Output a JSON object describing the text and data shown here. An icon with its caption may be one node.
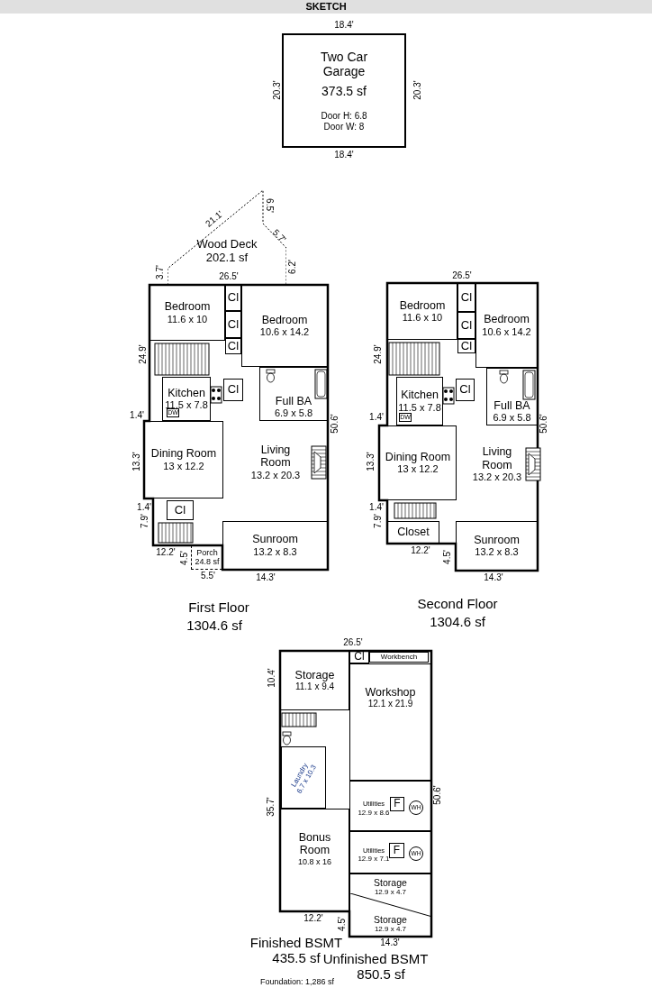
{
  "diagram": {
    "title": "SKETCH",
    "nodes": [
      {
        "text": [
          "Two Car Garage",
          "373.5 sf",
          "Door H: 6.8",
          "Door W: 8"
        ]
      },
      {
        "text": [
          "Wood Deck",
          "202.1 sf"
        ]
      },
      {
        "text": [
          "Bedroom",
          "11.6 x 10"
        ]
      },
      {
        "text": [
          "Cl"
        ]
      },
      {
        "text": [
          "Cl"
        ]
      },
      {
        "text": [
          "Cl"
        ]
      },
      {
        "text": [
          "Bedroom",
          "10.6 x 14.2"
        ]
      },
      {
        "text": [
          "Kitchen",
          "11.5 x 7.8"
        ]
      },
      {
        "text": [
          "DW"
        ],
        "in": 7
      },
      {
        "text": [
          "Cl"
        ]
      },
      {
        "text": [
          "Full BA",
          "6.9 x 5.8"
        ]
      },
      {
        "text": [
          "Dining Room",
          "13 x 12.2"
        ]
      },
      {
        "text": [
          "Living Room",
          "13.2 x 20.3"
        ]
      },
      {
        "text": [
          "Cl"
        ]
      },
      {
        "text": [
          "Sunroom",
          "13.2 x 8.3"
        ]
      },
      {
        "text": [
          "Porch",
          "24.8 sf"
        ]
      },
      {
        "text": [
          "Bedroom",
          "11.6 x 10"
        ]
      },
      {
        "text": [
          "Cl"
        ]
      },
      {
        "text": [
          "Cl"
        ]
      },
      {
        "text": [
          "Cl"
        ]
      },
      {
        "text": [
          "Bedroom",
          "10.6 x 14.2"
        ]
      },
      {
        "text": [
          "Kitchen",
          "11.5 x 7.8"
        ]
      },
      {
        "text": [
          "DW"
        ],
        "in": 21
      },
      {
        "text": [
          "Cl"
        ]
      },
      {
        "text": [
          "Full BA",
          "6.9 x 5.8"
        ]
      },
      {
        "text": [
          "Dining Room",
          "13 x 12.2"
        ]
      },
      {
        "text": [
          "Living Room",
          "13.2 x 20.3"
        ]
      },
      {
        "text": [
          "Closet"
        ]
      },
      {
        "text": [
          "Sunroom",
          "13.2 x 8.3"
        ]
      },
      {
        "text": [
          "Storage",
          "11.1 x 9.4"
        ]
      },
      {
        "text": [
          "Cl"
        ]
      },
      {
        "text": [
          "Workbench"
        ]
      },
      {
        "text": [
          "Workshop",
          "12.1 x 21.9"
        ]
      },
      {
        "text": [
          "Laundry",
          "6.7 x 10.3"
        ]
      },
      {
        "text": [
          "Utilities",
          "12.9 x 8.6"
        ]
      },
      {
        "text": [
          "F"
        ],
        "in": 34
      },
      {
        "text": [
          "WH"
        ],
        "in": 34
      },
      {
        "text": [
          "Bonus Room",
          "10.8 x 16"
        ]
      },
      {
        "text": [
          "Utilities",
          "12.9 x 7.1"
        ]
      },
      {
        "text": [
          "F"
        ],
        "in": 38
      },
      {
        "text": [
          "WH"
        ],
        "in": 38
      },
      {
        "text": [
          "Storage",
          "12.9 x 4.7"
        ]
      },
      {
        "text": [
          "Storage",
          "12.9 x 4.7"
        ]
      }
    ],
    "labels": [
      "18.4'",
      "20.3'",
      "20.3'",
      "18.4'",
      "21.1'",
      "6.5'",
      "5.7'",
      "3.7'",
      "6.2'",
      "26.5'",
      "24.9'",
      "1.4'",
      "13.3'",
      "50.6'",
      "1.4'",
      "7.9'",
      "12.2'",
      "4.5'",
      "5.5'",
      "14.3'",
      "First Floor",
      "1304.6 sf",
      "26.5'",
      "24.9'",
      "1.4'",
      "13.3'",
      "50.6'",
      "1.4'",
      "7.9'",
      "12.2'",
      "4.5'",
      "14.3'",
      "Second Floor",
      "1304.6 sf",
      "26.5'",
      "10.4'",
      "35.7'",
      "50.6'",
      "12.2'",
      "4.5'",
      "14.3'",
      "Finished BSMT",
      "435.5 sf",
      "Unfinished BSMT",
      "850.5 sf",
      "Foundation: 1,286 sf"
    ]
  }
}
